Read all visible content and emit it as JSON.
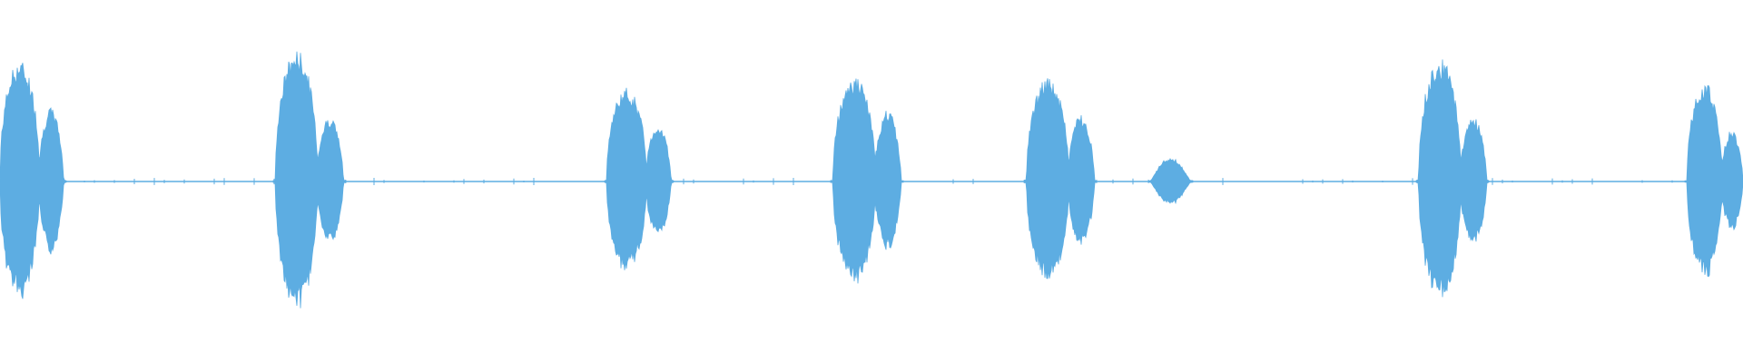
{
  "waveform": {
    "color": "#5dade2",
    "background": "#ffffff",
    "amplitude_baseline": 0.006,
    "bursts": [
      {
        "start": 0.0,
        "end": 0.0365,
        "amp_first": 0.61,
        "amp_second": 0.37
      },
      {
        "start": 0.158,
        "end": 0.197,
        "amp_first": 0.66,
        "amp_second": 0.33
      },
      {
        "start": 0.348,
        "end": 0.385,
        "amp_first": 0.47,
        "amp_second": 0.29
      },
      {
        "start": 0.478,
        "end": 0.517,
        "amp_first": 0.53,
        "amp_second": 0.36
      },
      {
        "start": 0.589,
        "end": 0.628,
        "amp_first": 0.52,
        "amp_second": 0.34
      },
      {
        "start": 0.66,
        "end": 0.683,
        "amp_first": 0.12,
        "amp_second": 0.0
      },
      {
        "start": 0.814,
        "end": 0.853,
        "amp_first": 0.62,
        "amp_second": 0.33
      },
      {
        "start": 0.968,
        "end": 1.0,
        "amp_first": 0.5,
        "amp_second": 0.26
      }
    ]
  }
}
